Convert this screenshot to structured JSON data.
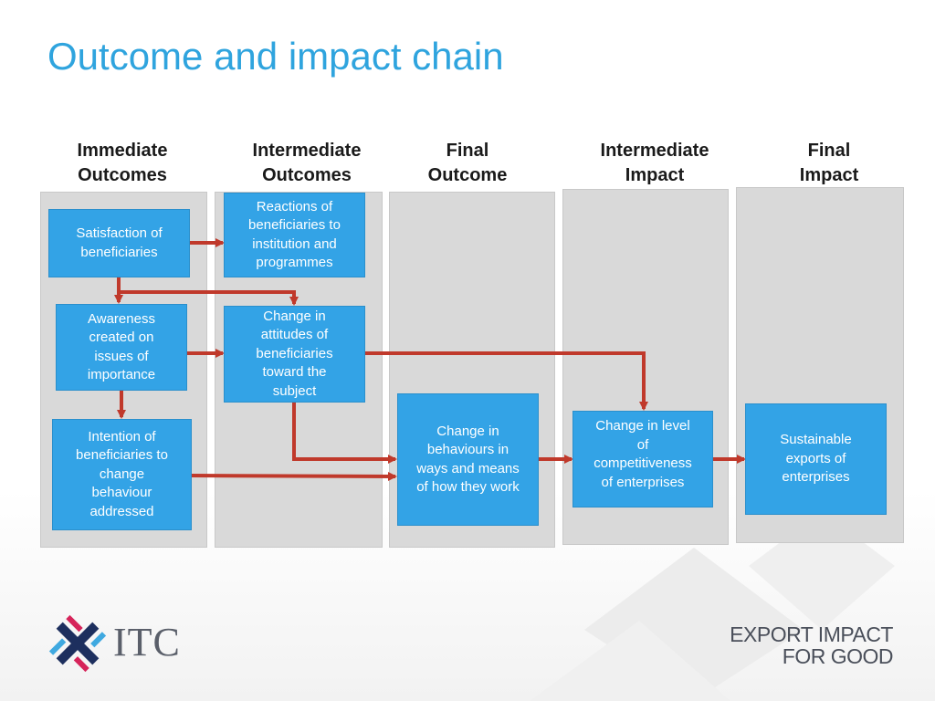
{
  "slide": {
    "title": "Outcome and impact chain"
  },
  "columns": [
    {
      "label": "Immediate\nOutcomes"
    },
    {
      "label": "Intermediate\nOutcomes"
    },
    {
      "label": "Final\nOutcome"
    },
    {
      "label": "Intermediate\nImpact"
    },
    {
      "label": "Final\nImpact"
    }
  ],
  "boxes": {
    "satisfaction": "Satisfaction of\nbeneficiaries",
    "reactions": "Reactions of\nbeneficiaries to\ninstitution and\nprogrammes",
    "awareness": "Awareness\ncreated on\nissues of\nimportance",
    "attitudes": "Change in\nattitudes of\nbeneficiaries\ntoward the\nsubject",
    "intention": "Intention of\nbeneficiaries to\nchange\nbehaviour\naddressed",
    "behaviours": "Change in\nbehaviours in\nways and means\nof how they work",
    "competitiveness": "Change in level\nof\ncompetitiveness\nof enterprises",
    "exports": "Sustainable\nexports of\nenterprises"
  },
  "footer": {
    "logo_text": "ITC",
    "tagline_line1": "EXPORT IMPACT",
    "tagline_line2": "FOR GOOD"
  },
  "colors": {
    "title": "#2fa4de",
    "box": "#33a3e6",
    "column_bg": "#d9d9d9",
    "arrow": "#c0392b"
  }
}
